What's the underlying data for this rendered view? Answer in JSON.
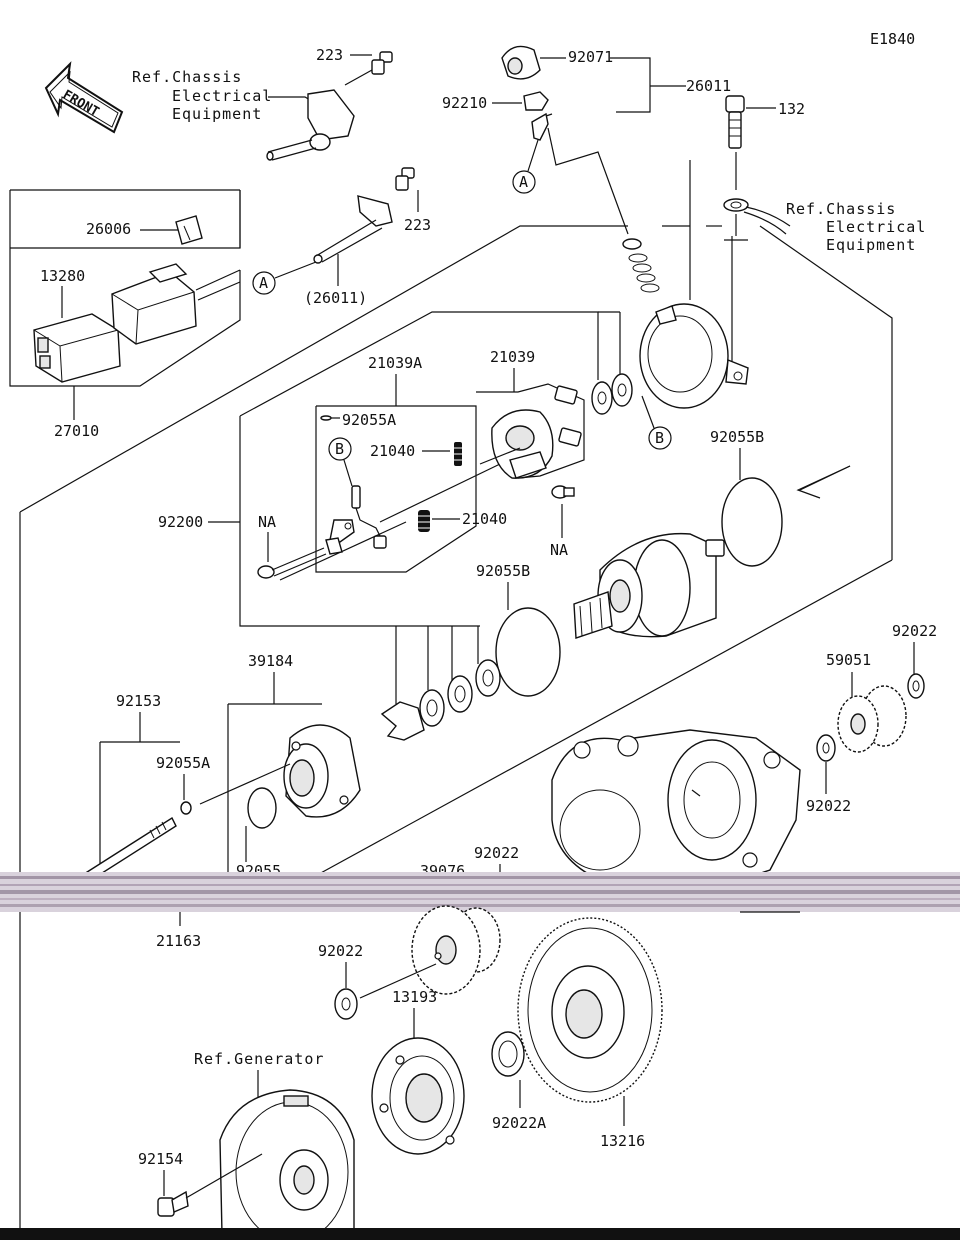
{
  "diagram_code": "E1840",
  "front_label": "FRONT",
  "refs": {
    "chassis_electrical_1": [
      "Ref.Chassis",
      "Electrical",
      "Equipment"
    ],
    "chassis_electrical_2": [
      "Ref.Chassis",
      "Electrical",
      "Equipment"
    ],
    "generator": "Ref.Generator"
  },
  "parts": {
    "p223a": "223",
    "p223b": "223",
    "p92071": "92071",
    "p26011": "26011",
    "p92210": "92210",
    "p132": "132",
    "p26006": "26006",
    "p13280": "13280",
    "p26011b": "(26011)",
    "p27010": "27010",
    "p21039A": "21039A",
    "p21039": "21039",
    "p92055A_top": "92055A",
    "p21040a": "21040",
    "p21040b": "21040",
    "p92055B_right": "92055B",
    "p92200": "92200",
    "pNA_left": "NA",
    "pNA_right": "NA",
    "p92055B_mid": "92055B",
    "p92022_r": "92022",
    "p59051": "59051",
    "p39184": "39184",
    "p92153": "92153",
    "p92055A_low": "92055A",
    "p92022_mid": "92022",
    "p92055": "92055",
    "p39076": "39076",
    "p92022_top": "92022",
    "p21163": "21163",
    "p92022_low": "92022",
    "p13193": "13193",
    "p92022A": "92022A",
    "p13216": "13216",
    "p92154": "92154"
  },
  "markers": {
    "A1": "A",
    "A2": "A",
    "B1": "B",
    "B2": "B"
  }
}
